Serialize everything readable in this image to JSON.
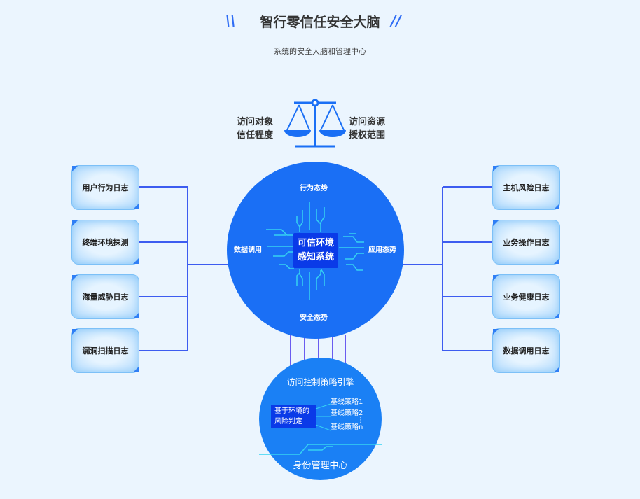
{
  "header": {
    "title": "智行零信任安全大脑",
    "subtitle": "系统的安全大脑和管理中心"
  },
  "scale": {
    "left": [
      "访问对象",
      "信任程度"
    ],
    "right": [
      "访问资源",
      "授权范围"
    ]
  },
  "left_items": [
    "用户行为日志",
    "终端环境探测",
    "海量威胁日志",
    "漏洞扫描日志"
  ],
  "right_items": [
    "主机风险日志",
    "业务操作日志",
    "业务健康日志",
    "数据调用日志"
  ],
  "core": {
    "center": [
      "可信环境",
      "感知系统"
    ],
    "top": "行为态势",
    "left": "数据调用",
    "right": "应用态势",
    "bottom": "安全态势"
  },
  "engine": {
    "title": "访问控制策略引擎",
    "risk": [
      "基于环境的",
      "风险判定"
    ],
    "policies": [
      "基线策略1",
      "基线策略2",
      "基线策略n"
    ],
    "ellipsis": "⋮",
    "footer": "身份管理中心"
  },
  "colors": {
    "primary": "#1a6ff5",
    "line": "#3d5cf0",
    "chip": "#0a3ae8"
  }
}
